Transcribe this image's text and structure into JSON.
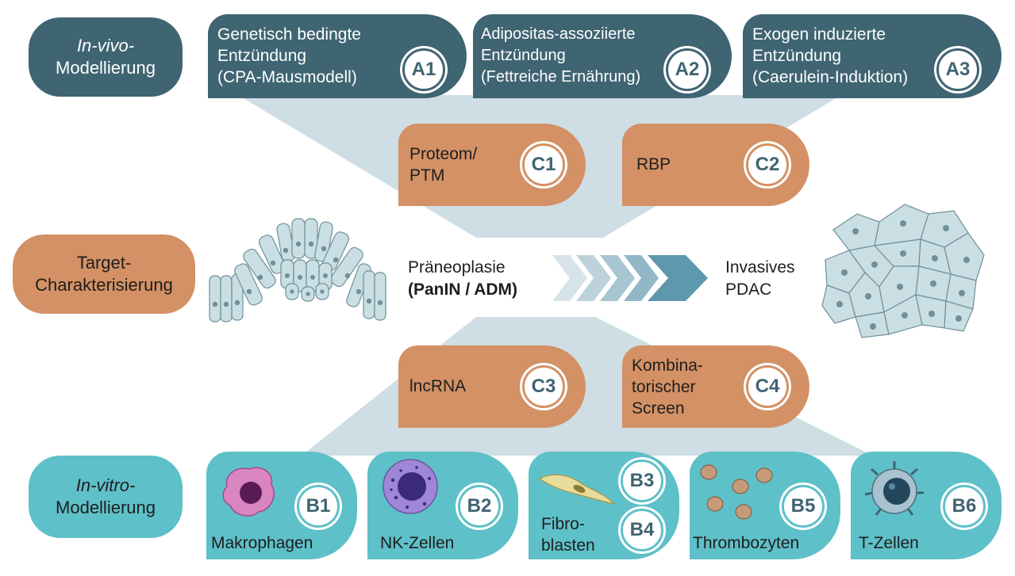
{
  "colors": {
    "dark": "#3f6472",
    "orange": "#d39165",
    "teal": "#5ec0c8",
    "connector": "#cfdde4"
  },
  "rows": {
    "invivo": {
      "line1": "In-vivo-",
      "line2": "Modellierung"
    },
    "target": {
      "line1": "Target-",
      "line2": "Charakterisierung"
    },
    "invitro": {
      "line1": "In-vitro-",
      "line2": "Modellierung"
    }
  },
  "a_tabs": [
    {
      "badge": "A1",
      "line1": "Genetisch bedingte",
      "line2": "Entzündung",
      "line3": "(CPA-Mausmodell)"
    },
    {
      "badge": "A2",
      "line1": "Adipositas-assoziierte",
      "line2": "Entzündung",
      "line3": "(Fettreiche Ernährung)"
    },
    {
      "badge": "A3",
      "line1": "Exogen induzierte",
      "line2": "Entzündung",
      "line3": "(Caerulein-Induktion)"
    }
  ],
  "c_tabs": [
    {
      "badge": "C1",
      "line1": "Proteom/",
      "line2": "PTM"
    },
    {
      "badge": "C2",
      "line1": "RBP"
    },
    {
      "badge": "C3",
      "line1": "lncRNA"
    },
    {
      "badge": "C4",
      "line1": "Kombina-",
      "line2": "torischer",
      "line3": "Screen"
    }
  ],
  "center": {
    "left_line1": "Präneoplasie",
    "left_line2": "(PanIN / ADM)",
    "right_line1": "Invasives",
    "right_line2": "PDAC"
  },
  "b_tabs": [
    {
      "badge": "B1",
      "label": "Makrophagen",
      "icon": "macrophage-icon"
    },
    {
      "badge": "B2",
      "label": "NK-Zellen",
      "icon": "nk-cell-icon"
    },
    {
      "badge": "B3",
      "badge2": "B4",
      "label1": "Fibro-",
      "label2": "blasten",
      "icon": "fibroblast-icon"
    },
    {
      "badge": "B5",
      "label": "Thrombozyten",
      "icon": "platelet-icon"
    },
    {
      "badge": "B6",
      "label": "T-Zellen",
      "icon": "t-cell-icon"
    }
  ]
}
